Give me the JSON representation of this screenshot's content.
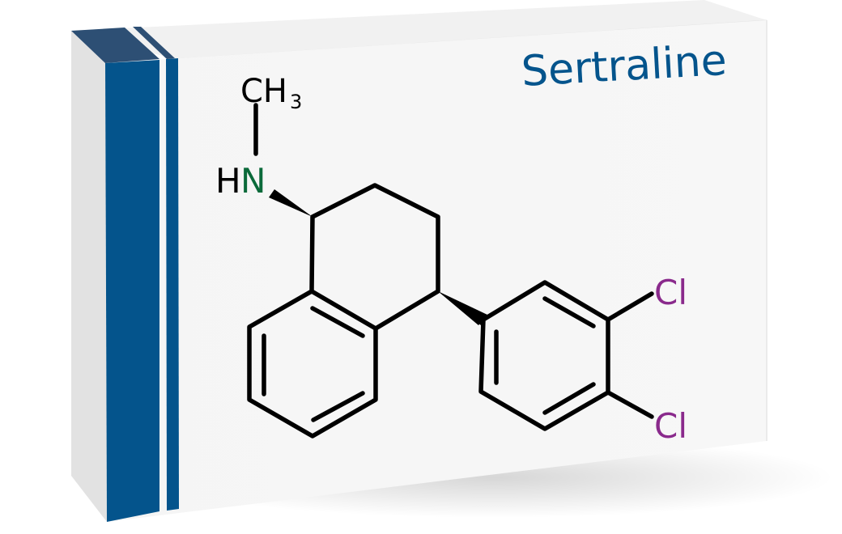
{
  "package": {
    "title": "Sertraline",
    "brand_color": "#04548c",
    "stripe_top_color": "#2d4f74",
    "front_face_color": "#f6f6f6",
    "top_face_color": "#f1f1f1",
    "side_face_color": "#e2e2e2"
  },
  "molecule": {
    "name": "Sertraline",
    "labels": {
      "methyl": "CH",
      "methyl_subscript": "3",
      "amine_h": "H",
      "amine_n": "N",
      "chlorine_1": "Cl",
      "chlorine_2": "Cl"
    },
    "colors": {
      "bond": "#000000",
      "nitrogen": "#0b6a3a",
      "chlorine": "#8a2a8c",
      "carbon_label": "#000000"
    }
  }
}
